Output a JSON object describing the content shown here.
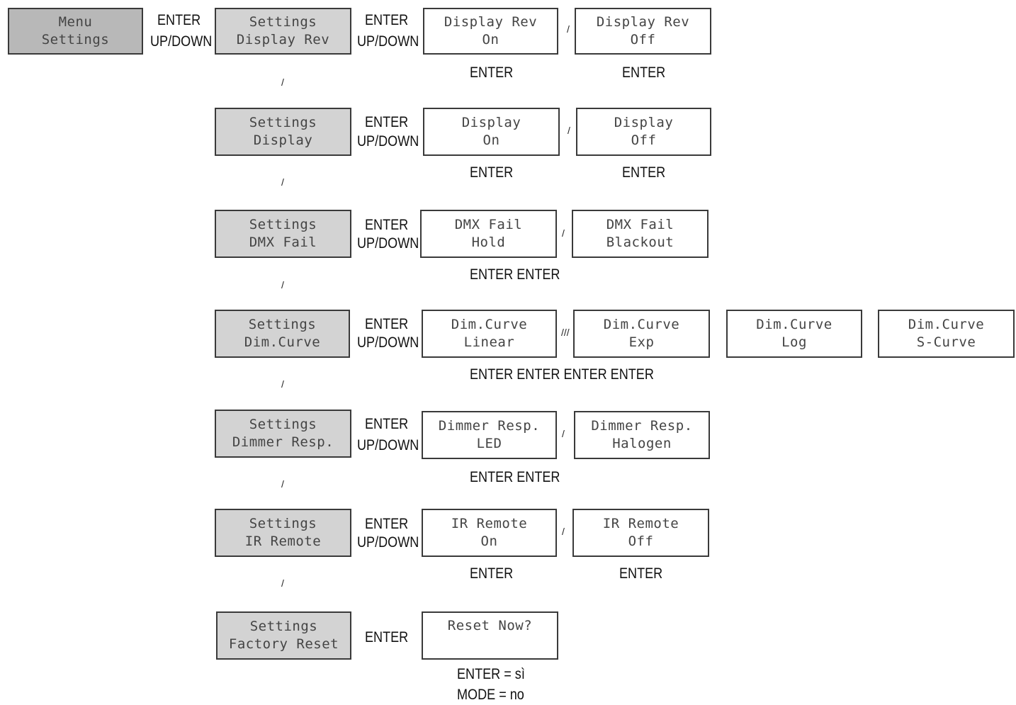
{
  "menu_box": {
    "line1": "Menu",
    "line2": "Settings"
  },
  "labels": {
    "enter": "ENTER",
    "updown": "UP/DOWN",
    "separator": "/",
    "separator_triple": "///"
  },
  "rows": [
    {
      "left": {
        "line1": "Settings",
        "line2": "Display Rev"
      },
      "options": [
        {
          "line1": "Display Rev",
          "line2": "On"
        },
        {
          "line1": "Display Rev",
          "line2": "Off"
        }
      ],
      "below": [
        "ENTER",
        "ENTER"
      ]
    },
    {
      "left": {
        "line1": "Settings",
        "line2": "Display"
      },
      "options": [
        {
          "line1": "Display",
          "line2": "On"
        },
        {
          "line1": "Display",
          "line2": "Off"
        }
      ],
      "below": [
        "ENTER",
        "ENTER"
      ]
    },
    {
      "left": {
        "line1": "Settings",
        "line2": "DMX Fail"
      },
      "options": [
        {
          "line1": "DMX Fail",
          "line2": "Hold"
        },
        {
          "line1": "DMX Fail",
          "line2": "Blackout"
        }
      ],
      "below": [
        "ENTER ENTER"
      ]
    },
    {
      "left": {
        "line1": "Settings",
        "line2": "Dim.Curve"
      },
      "options": [
        {
          "line1": "Dim.Curve",
          "line2": "Linear"
        },
        {
          "line1": "Dim.Curve",
          "line2": "Exp"
        },
        {
          "line1": "Dim.Curve",
          "line2": "Log"
        },
        {
          "line1": "Dim.Curve",
          "line2": "S-Curve"
        }
      ],
      "below": [
        "ENTER ENTER ENTER ENTER"
      ]
    },
    {
      "left": {
        "line1": "Settings",
        "line2": "Dimmer Resp."
      },
      "options": [
        {
          "line1": "Dimmer Resp.",
          "line2": "LED"
        },
        {
          "line1": "Dimmer Resp.",
          "line2": "Halogen"
        }
      ],
      "below": [
        "ENTER ENTER"
      ]
    },
    {
      "left": {
        "line1": "Settings",
        "line2": "IR Remote"
      },
      "options": [
        {
          "line1": "IR Remote",
          "line2": "On"
        },
        {
          "line1": "IR Remote",
          "line2": "Off"
        }
      ],
      "below": [
        "ENTER",
        "ENTER"
      ]
    },
    {
      "left": {
        "line1": "Settings",
        "line2": "Factory Reset"
      },
      "options": [
        {
          "line1": "Reset Now?"
        }
      ],
      "below": [
        "ENTER = sì",
        "MODE = no"
      ]
    }
  ]
}
